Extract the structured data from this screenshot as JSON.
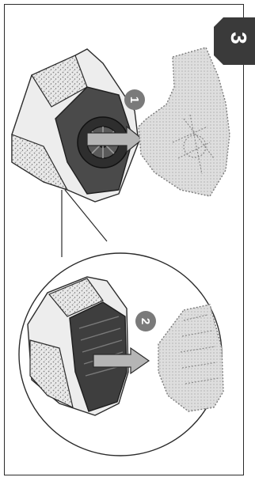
{
  "step": {
    "number": "3"
  },
  "callouts": [
    {
      "label": "1"
    },
    {
      "label": "2"
    }
  ],
  "icons": {
    "arrow_1": "right-arrow-icon",
    "arrow_2": "right-arrow-icon"
  },
  "colors": {
    "tab_fill": "#3a3a3a",
    "callout_fill": "#7a7a7a",
    "line": "#2b2b2b",
    "filter_fill": "#e6e6e6"
  }
}
